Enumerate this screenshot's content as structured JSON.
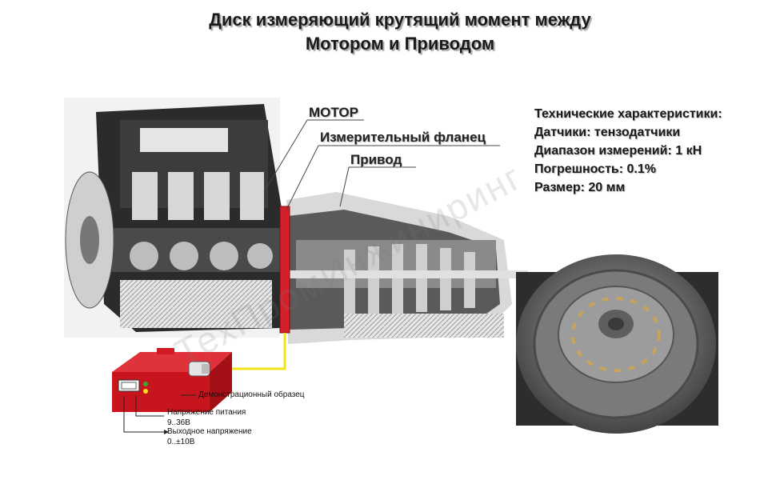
{
  "title": {
    "line1": "Диск измеряющий крутящий момент между",
    "line2": "Мотором и Приводом"
  },
  "labels": {
    "motor": "МОТОР",
    "flange": "Измерительный фланец",
    "drive": "Привод"
  },
  "specs": {
    "heading": "Технические характеристики:",
    "sensors": "Датчики: тензодатчики",
    "range": "Диапазон измерений: 1 кН",
    "error": "Погрешность: 0.1%",
    "size": "Размер: 20 мм"
  },
  "device": {
    "demo_label": "Демонстрационный образец",
    "supply_label": "Напряжение питания",
    "supply_value": "9..36В",
    "output_label": "Выходное напряжение",
    "output_value": "0..±10В"
  },
  "watermark": "ТехПромИнжиниринг",
  "colors": {
    "flange_red": "#d4202a",
    "cable_yellow": "#f2e21a",
    "box_red": "#c8141c"
  }
}
